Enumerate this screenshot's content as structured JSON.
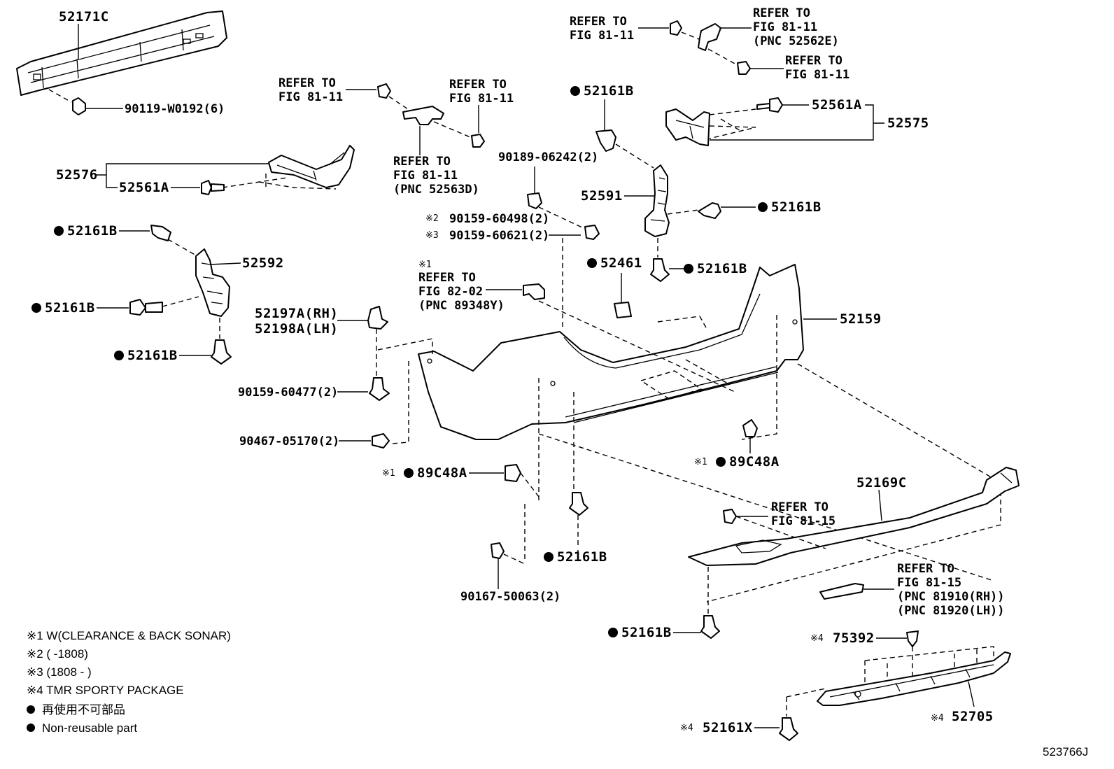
{
  "labels": {
    "p52171C": "52171C",
    "p90119": "90119-W0192(6)",
    "p52576": "52576",
    "p52561A_l": "52561A",
    "p52161B_a": "52161B",
    "p52592": "52592",
    "p52161B_b": "52161B",
    "p52161B_c": "52161B",
    "refer1": "REFER TO",
    "refer1b": "FIG 81-11",
    "refer2": "REFER TO",
    "refer2b": "FIG 81-11",
    "refer3": "REFER TO",
    "refer3b": "FIG 81-11",
    "refer3c": "(PNC 52563D)",
    "refer4": "REFER TO",
    "refer4b": "FIG 81-11",
    "refer5": "REFER TO",
    "refer5b": "FIG 81-11",
    "refer5c": "(PNC 52562E)",
    "refer6": "REFER TO",
    "refer6b": "FIG 81-11",
    "p52161B_d": "52161B",
    "p52561A_r": "52561A",
    "p52575": "52575",
    "p90189": "90189-06242(2)",
    "p52591": "52591",
    "p52161B_e": "52161B",
    "mk2": "※2",
    "p90159_60498": "90159-60498(2)",
    "mk3": "※3",
    "p90159_60621": "90159-60621(2)",
    "p52461": "52461",
    "p52161B_f": "52161B",
    "mk1a": "※1",
    "refer7": "REFER TO",
    "refer7b": "FIG 82-02",
    "refer7c": "(PNC 89348Y)",
    "p52197A": "52197A(RH)",
    "p52198A": "52198A(LH)",
    "p52159": "52159",
    "p90159_60477": "90159-60477(2)",
    "p90467": "90467-05170(2)",
    "mk1b": "※1",
    "p89C48A_l": "89C48A",
    "mk1c": "※1",
    "p89C48A_r": "89C48A",
    "p52169C": "52169C",
    "refer8": "REFER TO",
    "refer8b": "FIG 81-15",
    "p52161B_g": "52161B",
    "p90167": "90167-50063(2)",
    "refer9": "REFER TO",
    "refer9b": "FIG 81-15",
    "refer9c": "(PNC 81910(RH))",
    "refer9d": "(PNC 81920(LH))",
    "p52161B_h": "52161B",
    "mk4a": "※4",
    "p75392": "75392",
    "mk4b": "※4",
    "p52705": "52705",
    "mk4c": "※4",
    "p52161X": "52161X",
    "diagram_id": "523766J"
  },
  "notes": {
    "n1": "※1 W(CLEARANCE & BACK SONAR)",
    "n2": "※2 (       -1808)",
    "n3": "※3 (1808 -       )",
    "n4": "※4 TMR SPORTY PACKAGE",
    "n5": "再使用不可部品",
    "n6": "Non-reusable part"
  }
}
